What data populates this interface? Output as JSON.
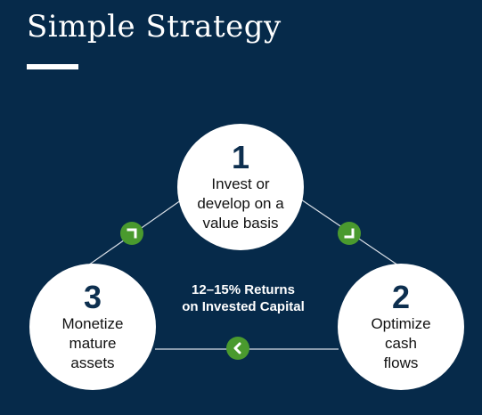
{
  "title": "Simple Strategy",
  "steps": [
    {
      "number": "1",
      "text_lines": [
        "Invest or",
        "develop on a",
        "value basis"
      ]
    },
    {
      "number": "2",
      "text_lines": [
        "Optimize",
        "cash",
        "flows"
      ]
    },
    {
      "number": "3",
      "text_lines": [
        "Monetize",
        "mature",
        "assets"
      ]
    }
  ],
  "center": {
    "line1": "12–15% Returns",
    "line2": "on Invested Capital"
  },
  "colors": {
    "background": "#062a4a",
    "circle": "#ffffff",
    "arrow_badge": "#4a9a2e",
    "number": "#0d2f4f"
  },
  "icons": {
    "badge_1": "corner-arrow-icon",
    "badge_2": "corner-arrow-icon",
    "badge_3": "chevron-left-icon"
  }
}
